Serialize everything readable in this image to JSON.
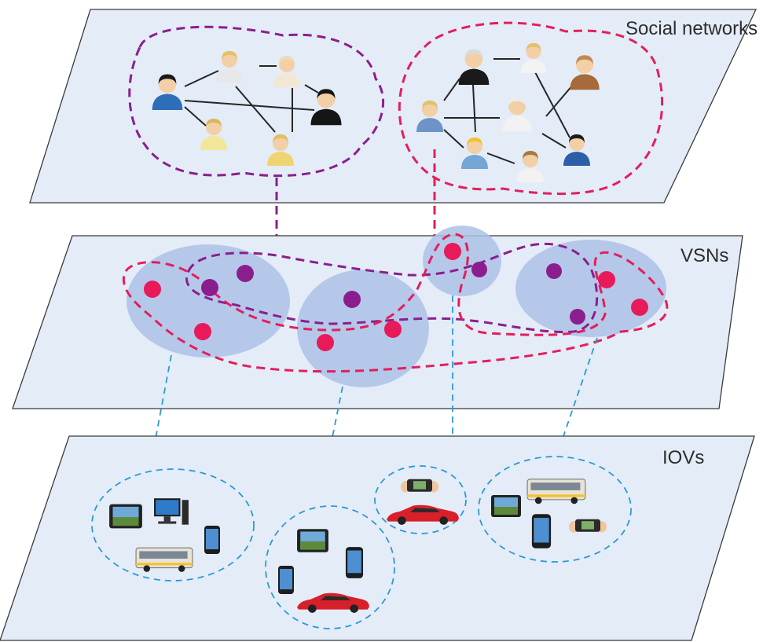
{
  "layers": {
    "social": {
      "label": "Social networks"
    },
    "vsn": {
      "label": "VSNs"
    },
    "iov": {
      "label": "IOVs"
    }
  },
  "colors": {
    "plane": "#e4ecf7",
    "purple_community": "#8a1f8c",
    "red_community": "#e21f5c",
    "device_link": "#2b9ad6",
    "cluster": "#adc2e8"
  },
  "icons": {
    "people_left": [
      "businessman-icon",
      "doctor-icon",
      "farmer-icon",
      "executive-icon",
      "student-icon",
      "girl-icon"
    ],
    "people_right": [
      "judge-icon",
      "waiter-icon",
      "football-player-icon",
      "boy-icon",
      "chef-icon",
      "miner-icon",
      "captain-icon",
      "nurse-icon"
    ],
    "devices": [
      "tablet-icon",
      "desktop-computer-icon",
      "smartphone-icon",
      "bus-icon",
      "car-icon",
      "gamepad-icon"
    ]
  }
}
